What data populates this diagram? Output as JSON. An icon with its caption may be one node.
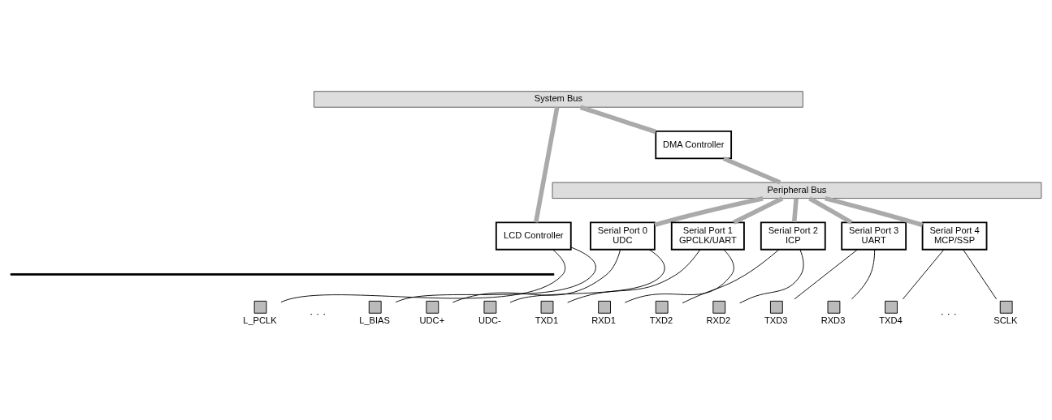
{
  "diagram": {
    "nodes": [
      {
        "text": [
          "System Bus"
        ]
      },
      {
        "text": [
          "DMA Controller"
        ]
      },
      {
        "text": [
          "Peripheral Bus"
        ]
      },
      {
        "text": [
          "LCD Controller"
        ]
      },
      {
        "text": [
          "Serial Port 0",
          "UDC"
        ]
      },
      {
        "text": [
          "Serial Port 1",
          "GPCLK/UART"
        ]
      },
      {
        "text": [
          "Serial Port 2",
          "ICP"
        ]
      },
      {
        "text": [
          "Serial Port 3",
          "UART"
        ]
      },
      {
        "text": [
          "Serial Port 4",
          "MCP/SSP"
        ]
      },
      {
        "text": [],
        "shape": "bar"
      },
      {
        "text": [
          "L_PCLK"
        ]
      },
      {
        "text": [
          "L_BIAS"
        ]
      },
      {
        "text": [
          "UDC+"
        ]
      },
      {
        "text": [
          "UDC-"
        ]
      },
      {
        "text": [
          "TXD1"
        ]
      },
      {
        "text": [
          "RXD1"
        ]
      },
      {
        "text": [
          "TXD2"
        ]
      },
      {
        "text": [
          "RXD2"
        ]
      },
      {
        "text": [
          "TXD3"
        ]
      },
      {
        "text": [
          "RXD3"
        ]
      },
      {
        "text": [
          "TXD4"
        ]
      },
      {
        "text": [
          "SCLK"
        ]
      }
    ],
    "edges": [
      {
        "from": 0,
        "to": 3,
        "arrow": "none",
        "style": "thick",
        "color": "#aaaaaa"
      },
      {
        "from": 0,
        "to": 1,
        "arrow": "none",
        "style": "thick",
        "color": "#aaaaaa"
      },
      {
        "from": 1,
        "to": 2,
        "arrow": "none",
        "style": "thick",
        "color": "#aaaaaa"
      },
      {
        "from": 2,
        "to": 4,
        "arrow": "none",
        "style": "thick",
        "color": "#aaaaaa"
      },
      {
        "from": 2,
        "to": 5,
        "arrow": "none",
        "style": "thick",
        "color": "#aaaaaa"
      },
      {
        "from": 2,
        "to": 6,
        "arrow": "none",
        "style": "thick",
        "color": "#aaaaaa"
      },
      {
        "from": 2,
        "to": 7,
        "arrow": "none",
        "style": "thick",
        "color": "#aaaaaa"
      },
      {
        "from": 2,
        "to": 8,
        "arrow": "none",
        "style": "thick",
        "color": "#aaaaaa"
      },
      {
        "from": 3,
        "to": 10,
        "arrow": "none"
      },
      {
        "from": 3,
        "to": 11,
        "arrow": "none"
      },
      {
        "from": 4,
        "to": 12,
        "arrow": "none"
      },
      {
        "from": 4,
        "to": 13,
        "arrow": "none"
      },
      {
        "from": 5,
        "to": 14,
        "arrow": "none"
      },
      {
        "from": 5,
        "to": 15,
        "arrow": "none"
      },
      {
        "from": 6,
        "to": 16,
        "arrow": "none"
      },
      {
        "from": 6,
        "to": 17,
        "arrow": "none"
      },
      {
        "from": 7,
        "to": 18,
        "arrow": "none"
      },
      {
        "from": 7,
        "to": 19,
        "arrow": "none"
      },
      {
        "from": 8,
        "to": 20,
        "arrow": "none"
      },
      {
        "from": 8,
        "to": 21,
        "arrow": "none"
      }
    ],
    "labels": [
      "· · ·",
      "· · ·"
    ]
  }
}
